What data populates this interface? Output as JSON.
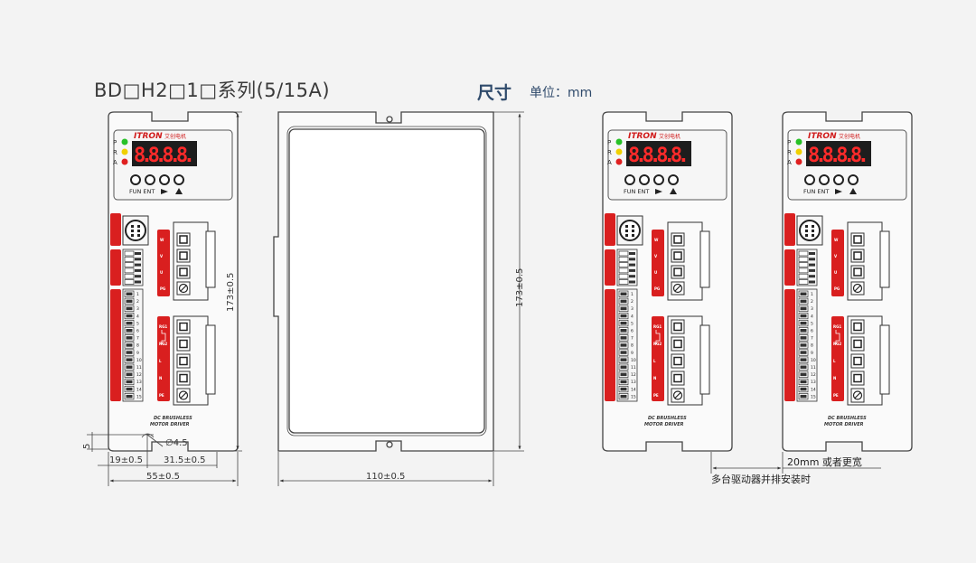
{
  "header": {
    "title": "BD□H2□1□系列(5/15A)",
    "size_label": "尺寸",
    "unit_label": "单位：mm"
  },
  "driver_panel": {
    "brand": "ITRON",
    "brand_cn": "艾创电机",
    "leds": [
      {
        "label": "P",
        "color": "#27c127"
      },
      {
        "label": "R",
        "color": "#f0d000"
      },
      {
        "label": "A",
        "color": "#e02020"
      }
    ],
    "display": "8.8.8.8.",
    "buttons": [
      "FUN",
      "ENT",
      "►",
      "▲"
    ],
    "power_terminals": [
      "W",
      "V",
      "U",
      "PG"
    ],
    "input_terminals": [
      "RG1",
      "RG2",
      "L",
      "N",
      "PE"
    ],
    "io_pin_numbers": [
      "1",
      "2",
      "3",
      "4",
      "5",
      "6",
      "7",
      "8",
      "9",
      "10",
      "11",
      "12",
      "13",
      "14",
      "15"
    ],
    "footer_line1": "DC BRUSHLESS",
    "footer_line2": "MOTOR DRIVER"
  },
  "dimensions": {
    "front_height": "173±0.5",
    "side_height": "173±0.5",
    "slot_height": "5",
    "hole_diameter": "∅4.5",
    "hole_offset": "19±0.5",
    "mount_spacing": "31.5±0.5",
    "front_width": "55±0.5",
    "side_width": "110±0.5",
    "gap": "20mm 或者更宽"
  },
  "note": "多台驱动器并排安装时",
  "colors": {
    "accent_red": "#d91f1f",
    "title_blue": "#2f4a6b",
    "outline": "#444444"
  }
}
